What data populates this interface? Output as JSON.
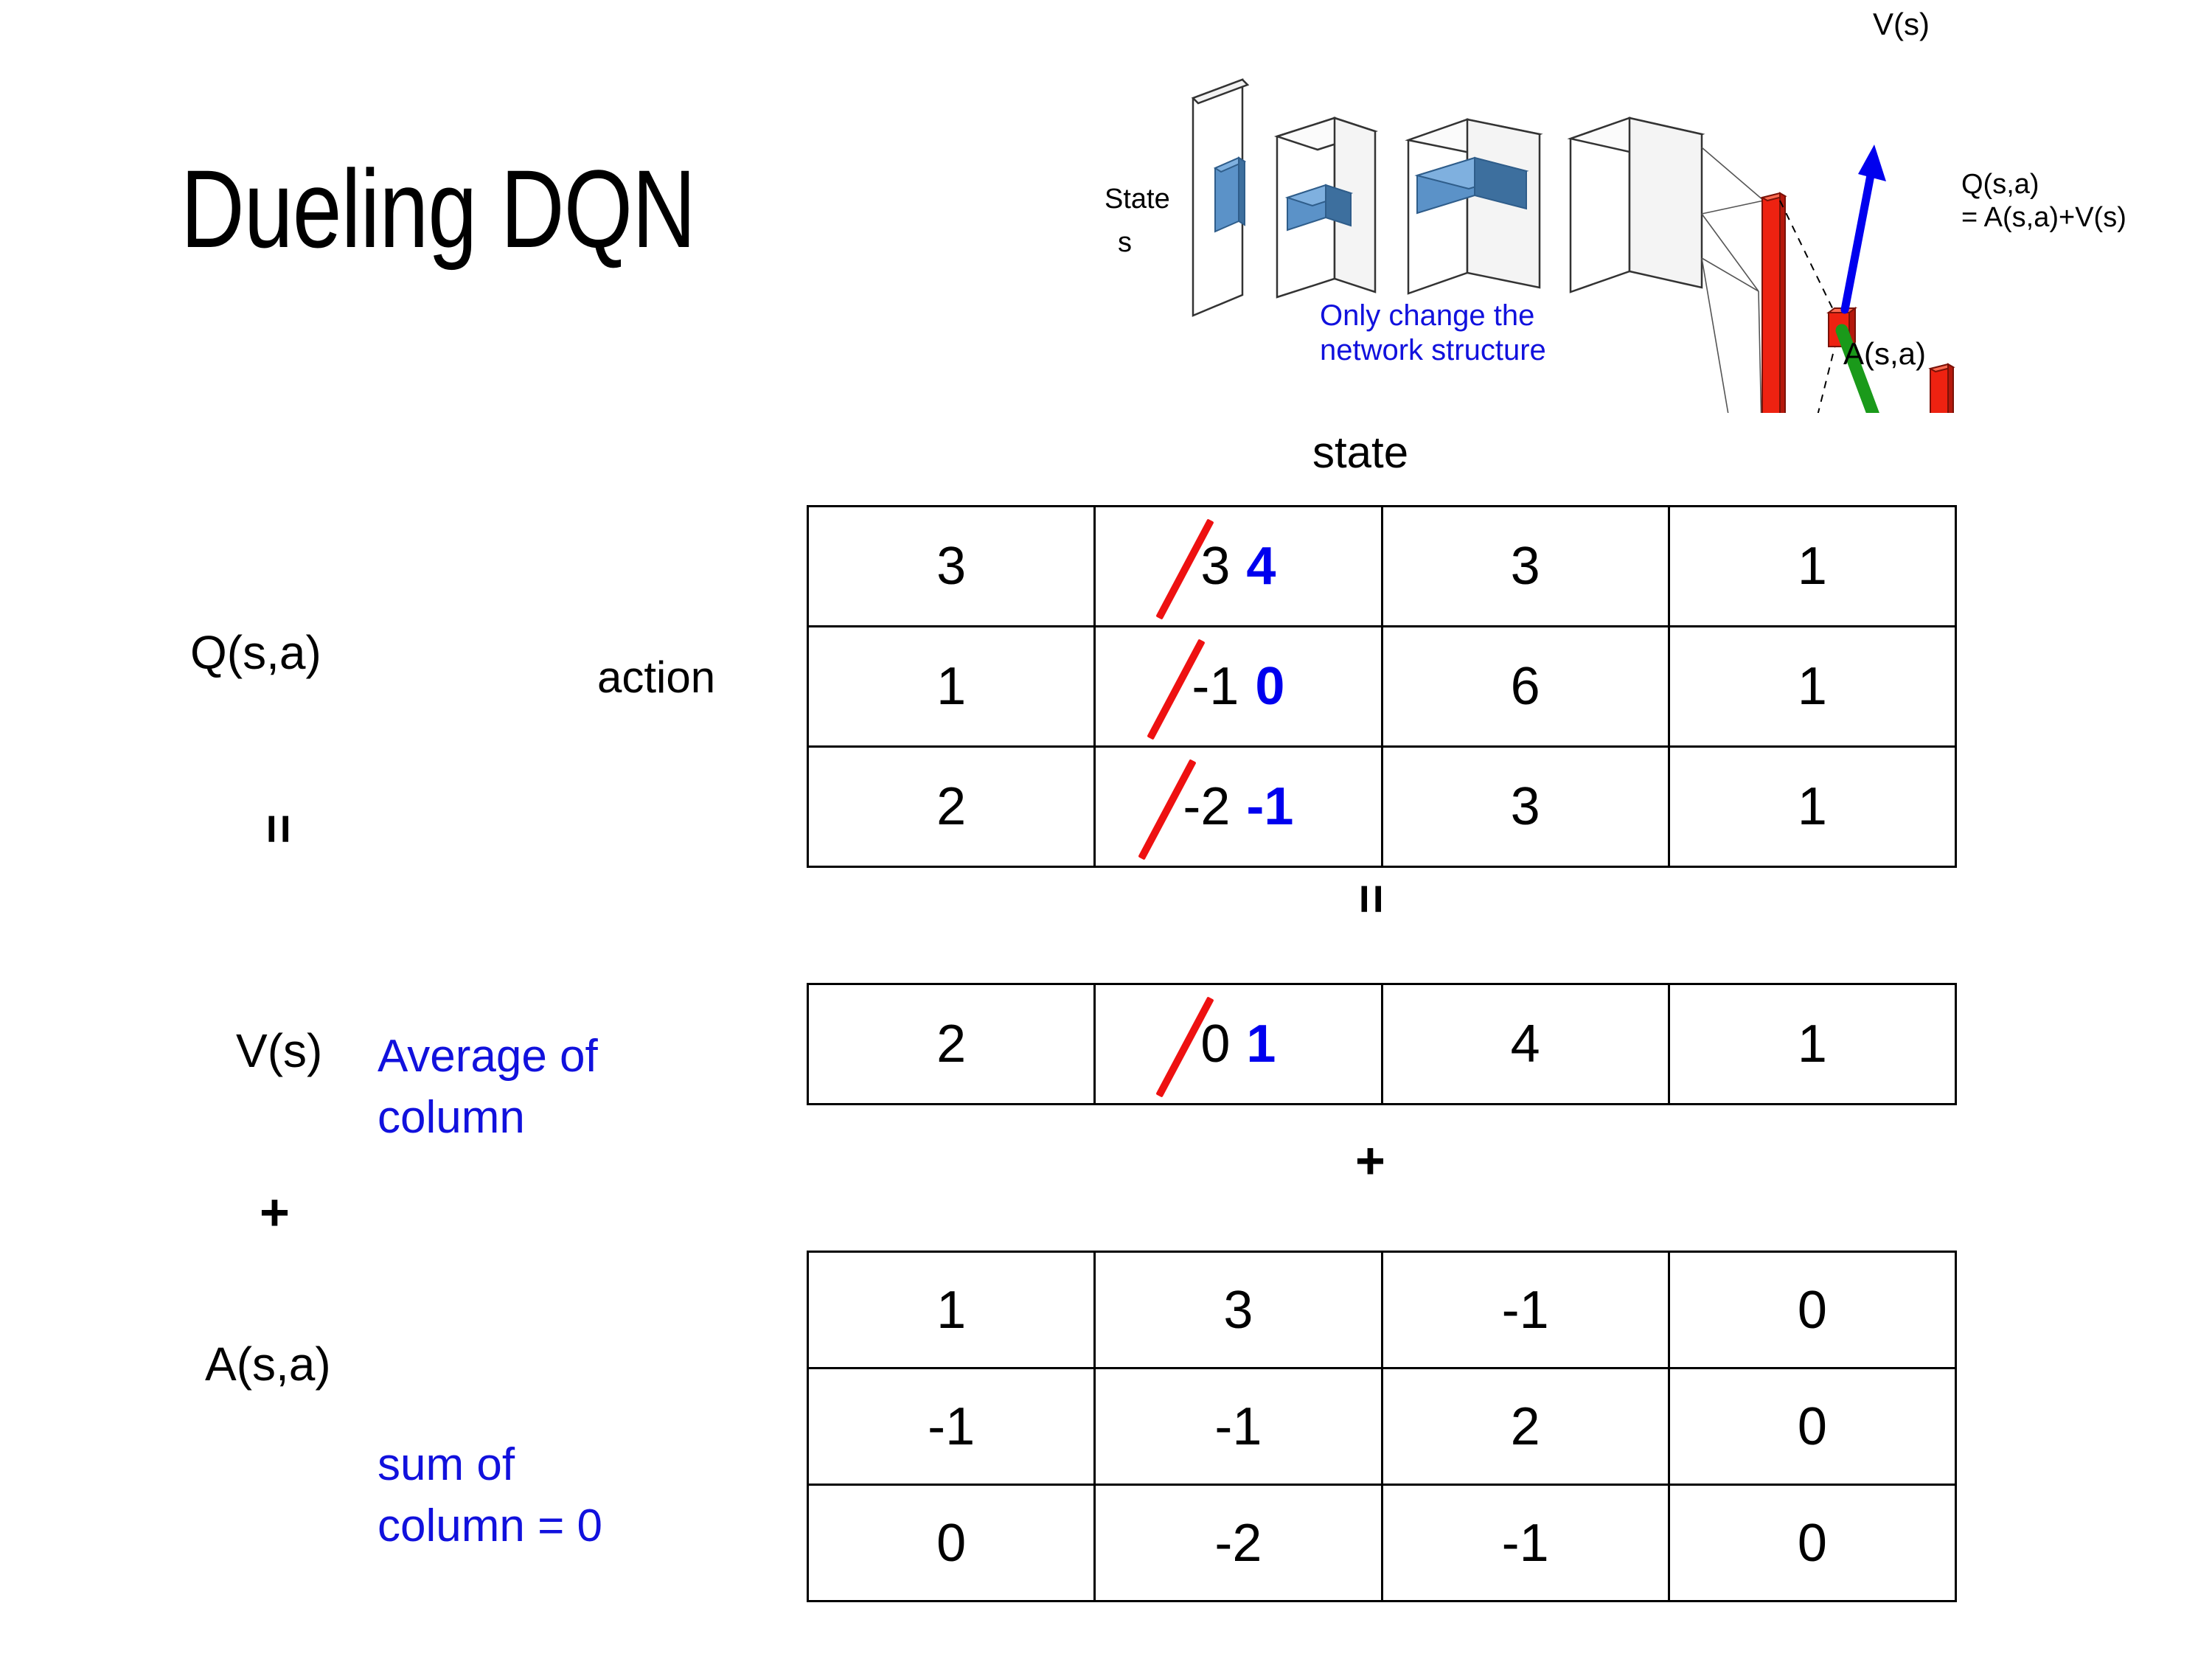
{
  "title": "Dueling DQN",
  "diagram": {
    "state_label_line1": "State",
    "state_label_line2": "s",
    "note": "Only change the\nnetwork structure",
    "note_line1": "Only change the",
    "note_line2": "network structure",
    "v_label": "V(s)",
    "a_label": "A(s,a)",
    "q_label_line1": "Q(s,a)",
    "q_label_line2": "= A(s,a)+V(s)",
    "colors": {
      "value_stream_arrow": "#0000ee",
      "merge_lines": "#1a9a1a",
      "output_bars": "#ee2211",
      "feature_maps": "#6699cc",
      "note_text": "#1111dd"
    }
  },
  "axes": {
    "state_header": "state",
    "action_label": "action"
  },
  "row_labels": {
    "q": "Q(s,a)",
    "v": "V(s)",
    "a": "A(s,a)",
    "eq_left": "=",
    "plus_left": "+"
  },
  "between_tables": {
    "eq_mid": "=",
    "plus_mid": "+"
  },
  "annotations": {
    "average_of_column_line1": "Average of",
    "average_of_column_line2": "column",
    "sum_of_column_line1": "sum of",
    "sum_of_column_line2": "column = 0",
    "color": "#1111dd"
  },
  "chart_data": {
    "type": "table",
    "title": "Dueling DQN value decomposition Q(s,a) = V(s) + A(s,a)",
    "xlabel": "state",
    "ylabel": "action",
    "tables": [
      {
        "name": "Q(s,a)",
        "rows": 3,
        "cols": 4,
        "values": [
          [
            3,
            3,
            3,
            1
          ],
          [
            1,
            -1,
            6,
            1
          ],
          [
            2,
            -2,
            3,
            1
          ]
        ],
        "edits": [
          {
            "row": 0,
            "col": 1,
            "old": "3",
            "new": "4"
          },
          {
            "row": 1,
            "col": 1,
            "old": "-1",
            "new": "0"
          },
          {
            "row": 2,
            "col": 1,
            "old": "-2",
            "new": "-1"
          }
        ]
      },
      {
        "name": "V(s)",
        "rows": 1,
        "cols": 4,
        "values": [
          [
            2,
            0,
            4,
            1
          ]
        ],
        "edits": [
          {
            "row": 0,
            "col": 1,
            "old": "0",
            "new": "1"
          }
        ]
      },
      {
        "name": "A(s,a)",
        "rows": 3,
        "cols": 4,
        "values": [
          [
            1,
            3,
            -1,
            0
          ],
          [
            -1,
            -1,
            2,
            0
          ],
          [
            0,
            -2,
            -1,
            0
          ]
        ],
        "edits": []
      }
    ]
  },
  "q_table": {
    "rows": [
      [
        "3",
        "3",
        "3",
        "1"
      ],
      [
        "1",
        "-1",
        "6",
        "1"
      ],
      [
        "2",
        "-2",
        "3",
        "1"
      ]
    ],
    "edited": {
      "r0c1_old": "3",
      "r0c1_new": "4",
      "r1c1_old": "-1",
      "r1c1_new": "0",
      "r2c1_old": "-2",
      "r2c1_new": "-1"
    }
  },
  "v_table": {
    "rows": [
      [
        "2",
        "0",
        "4",
        "1"
      ]
    ],
    "edited": {
      "r0c1_old": "0",
      "r0c1_new": "1"
    }
  },
  "a_table": {
    "rows": [
      [
        "1",
        "3",
        "-1",
        "0"
      ],
      [
        "-1",
        "-1",
        "2",
        "0"
      ],
      [
        "0",
        "-2",
        "-1",
        "0"
      ]
    ]
  }
}
